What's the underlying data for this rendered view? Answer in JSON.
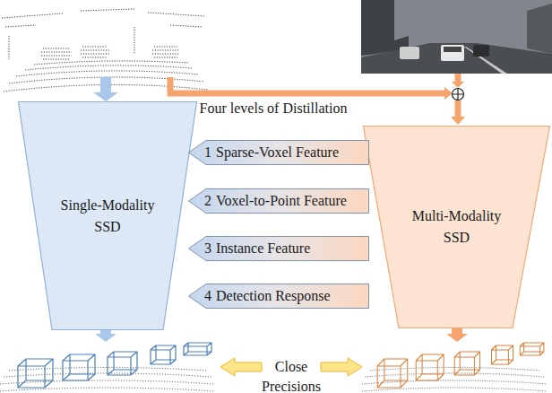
{
  "diagram": {
    "nodes": [
      {
        "text": [
          "Single-Modality SSD"
        ]
      },
      {
        "text": [
          "Multi-Modality SSD"
        ]
      },
      {
        "text": [
          "1",
          "Sparse-Voxel Feature"
        ]
      },
      {
        "text": [
          "2",
          "Voxel-to-Point Feature"
        ]
      },
      {
        "text": [
          "3",
          "Instance Feature"
        ]
      },
      {
        "text": [
          "4",
          "Detection Response"
        ]
      }
    ],
    "labels": [
      "Four levels of Distillation",
      "Close Precisions"
    ]
  }
}
